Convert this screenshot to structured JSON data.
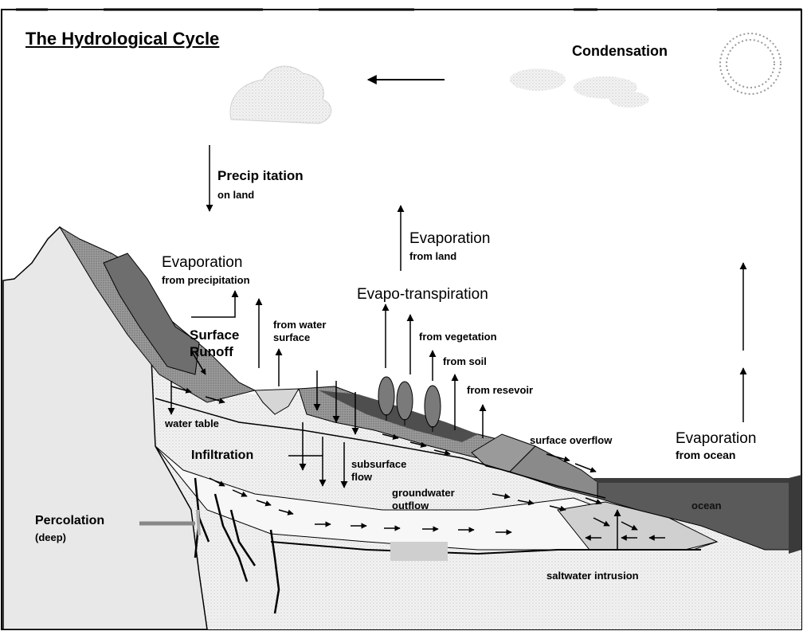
{
  "title": "The Hydrological Cycle",
  "labels": {
    "condensation": "Condensation",
    "precipitation_1": "Precip itation",
    "precipitation_2": "on land",
    "evap_land_1": "Evaporation",
    "evap_land_2": "from land",
    "evap_precip_1": "Evaporation",
    "evap_precip_2": "from precipitation",
    "evapotranspiration": "Evapo-transpiration",
    "surface_runoff_1": "Surface",
    "surface_runoff_2": "Runoff",
    "from_water_surface_1": "from water",
    "from_water_surface_2": "surface",
    "from_vegetation": "from vegetation",
    "from_soil": "from soil",
    "from_resevoir": "from resevoir",
    "water_table": "water table",
    "infiltration": "Infiltration",
    "subsurface_flow_1": "subsurface",
    "subsurface_flow_2": "flow",
    "surface_overflow": "surface overflow",
    "evap_ocean_1": "Evaporation",
    "evap_ocean_2": "from ocean",
    "groundwater_outflow_1": "groundwater",
    "groundwater_outflow_2": "outflow",
    "ocean": "ocean",
    "percolation_1": "Percolation",
    "percolation_2": "(deep)",
    "saltwater_intrusion": "saltwater intrusion"
  },
  "colors": {
    "mountain": "#e6e6e6",
    "ground": "#f1f1f1",
    "dark_land": "#707070",
    "rock": "#8c8c8c",
    "ocean": "#5a5a5a",
    "outline": "#000000"
  }
}
